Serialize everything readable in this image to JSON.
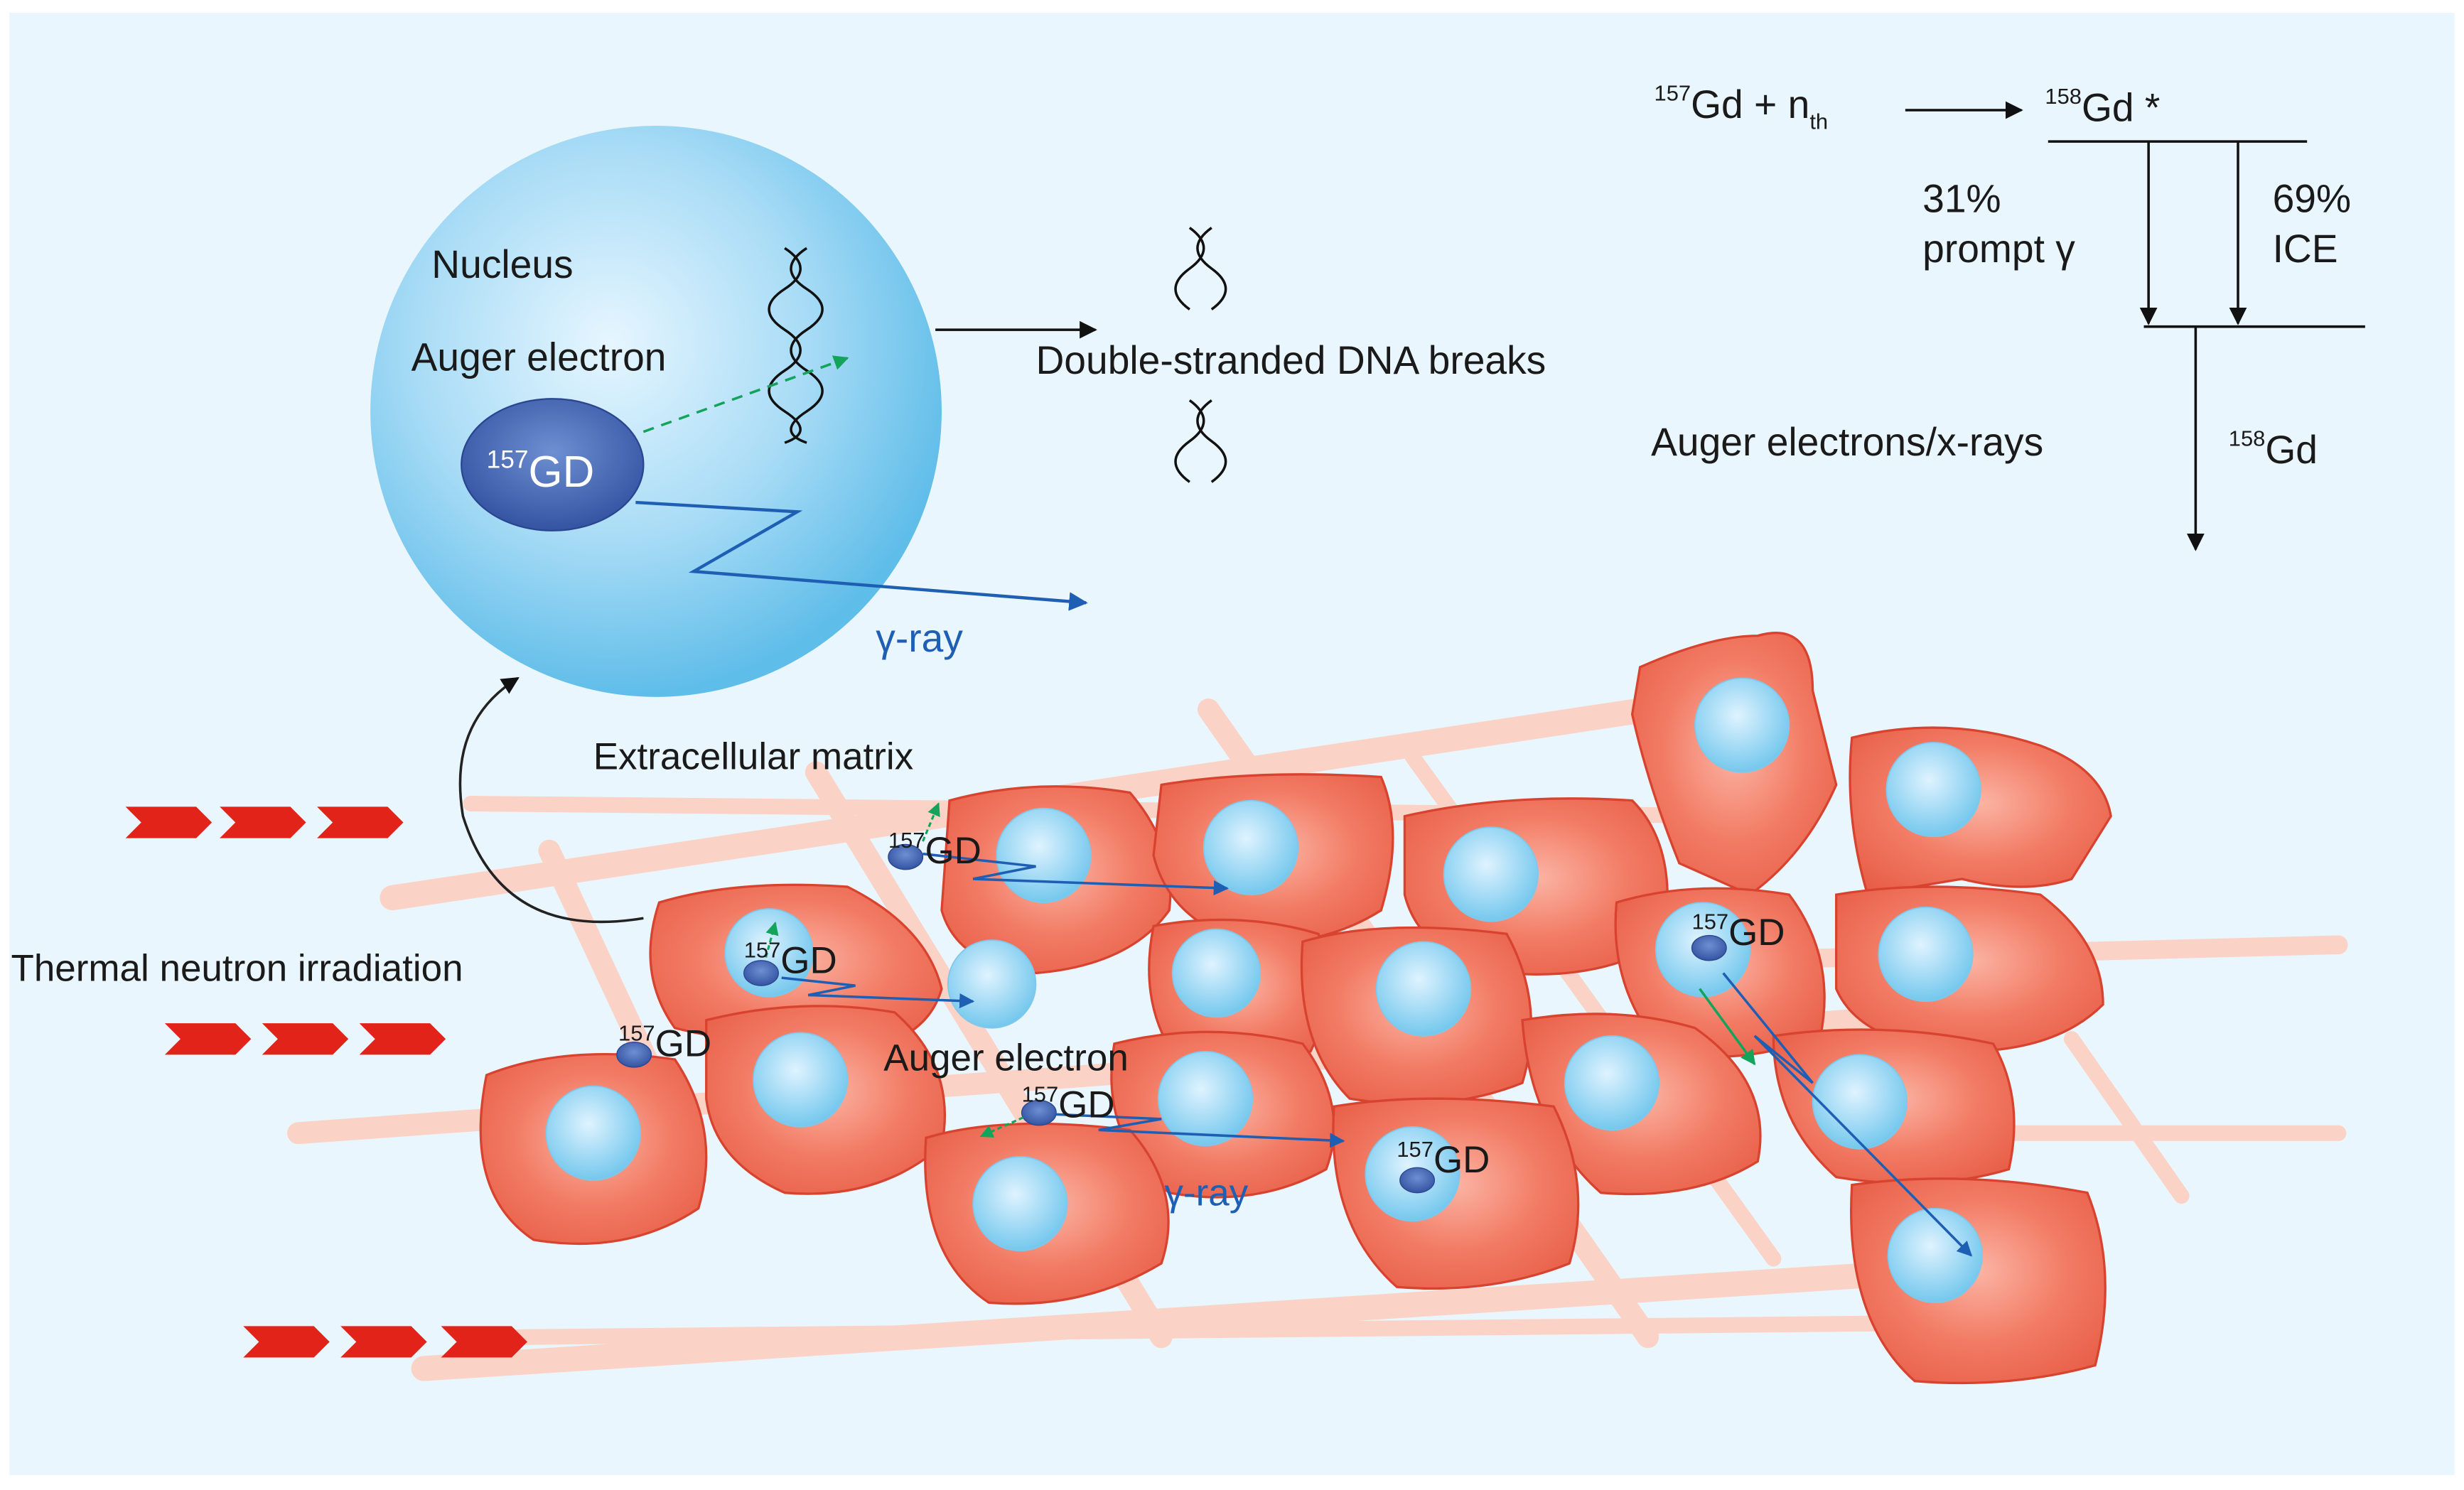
{
  "colors": {
    "panel_bg": "#eaf6fd",
    "nucleus_light": "#dff3ff",
    "nucleus_dark": "#4fb6e8",
    "cell_fill": "#f0705a",
    "cell_dark": "#e25540",
    "fiber": "#fbd2c6",
    "chevron": "#e2231a",
    "gamma_blue": "#1f5fb3",
    "auger_green": "#14a35a"
  },
  "nucleus_panel": {
    "nucleus_label": "Nucleus",
    "auger_label": "Auger electron",
    "gd_sup": "157",
    "gd_label": "GD",
    "gamma_label": "γ-ray",
    "dna_breaks_label": "Double-stranded DNA breaks"
  },
  "decay_scheme": {
    "reactant_sup": "157",
    "reactant": "Gd + n",
    "reactant_sub": "th",
    "excited_sup": "158",
    "excited": "Gd *",
    "branch_left_pct": "31%",
    "branch_left_label": "prompt γ",
    "branch_right_pct": "69%",
    "branch_right_label": "ICE",
    "emission_label": "Auger electrons/x-rays",
    "product_sup": "158",
    "product": "Gd"
  },
  "tissue": {
    "ecm_label": "Extracellular matrix",
    "irradiation_label": "Thermal neutron irradiation",
    "auger_label": "Auger electron",
    "gamma_label": "γ-ray",
    "gd_sup": "157",
    "gd_label": "GD"
  }
}
